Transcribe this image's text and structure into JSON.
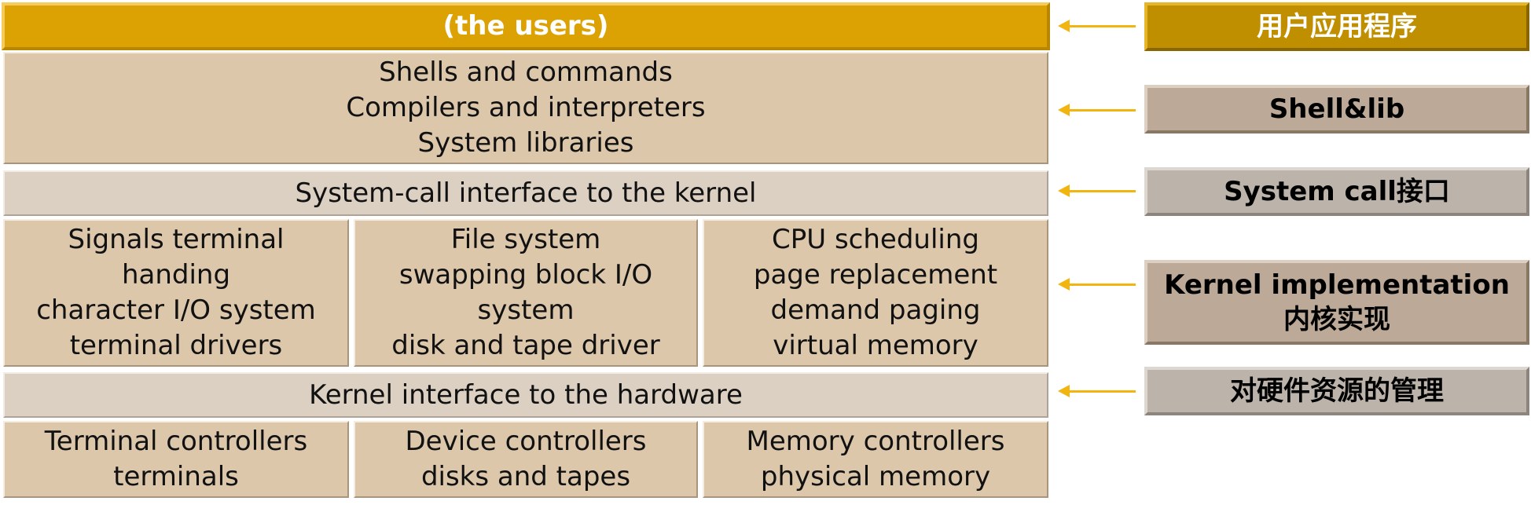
{
  "users": "(the users)",
  "shells": [
    "Shells and commands",
    "Compilers and interpreters",
    "System libraries"
  ],
  "syscall_interface": "System-call interface to the kernel",
  "kernel_cells": [
    [
      "Signals terminal",
      "handing",
      "character I/O system",
      "terminal drivers"
    ],
    [
      "File system",
      "swapping block I/O",
      "system",
      "disk and tape driver"
    ],
    [
      "CPU scheduling",
      "page replacement",
      "demand paging",
      "virtual memory"
    ]
  ],
  "hardware_interface": "Kernel interface to the hardware",
  "controllers": [
    [
      "Terminal controllers",
      "terminals"
    ],
    [
      "Device controllers",
      "disks and tapes"
    ],
    [
      "Memory controllers",
      "physical memory"
    ]
  ],
  "labels": {
    "user_apps": "用户应用程序",
    "shell_lib": "Shell&lib",
    "system_call": "System call接口",
    "kernel_impl": [
      "Kernel implementation",
      "内核实现"
    ],
    "hw_management": "对硬件资源的管理"
  },
  "colors": {
    "gold": "#dca102",
    "tan": "#dcc7ab",
    "light": "#dcd0c2",
    "arrow": "#f2b40f"
  }
}
